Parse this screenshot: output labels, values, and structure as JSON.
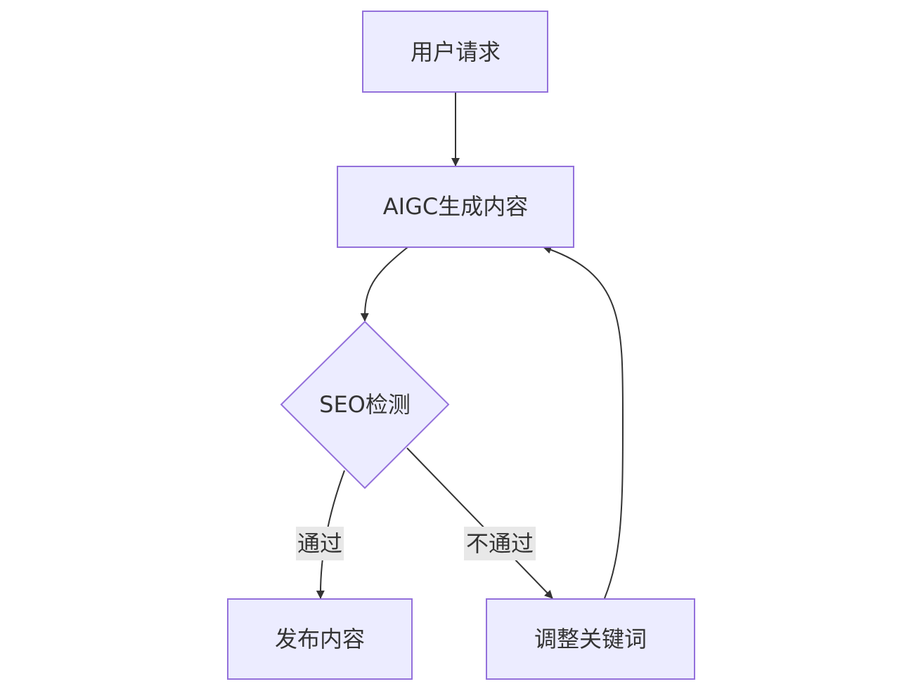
{
  "diagram": {
    "type": "flowchart",
    "nodes": {
      "user_request": {
        "label": "用户请求",
        "shape": "rect"
      },
      "aigc_generate": {
        "label": "AIGC生成内容",
        "shape": "rect"
      },
      "seo_check": {
        "label": "SEO检测",
        "shape": "diamond"
      },
      "publish": {
        "label": "发布内容",
        "shape": "rect"
      },
      "adjust_keywords": {
        "label": "调整关键词",
        "shape": "rect"
      }
    },
    "edges": {
      "pass_label": "通过",
      "fail_label": "不通过"
    },
    "colors": {
      "node_fill": "#ECECFF",
      "node_stroke": "#9370DB",
      "edge": "#333333",
      "label_bg": "#E8E8E8",
      "text": "#333333"
    }
  }
}
